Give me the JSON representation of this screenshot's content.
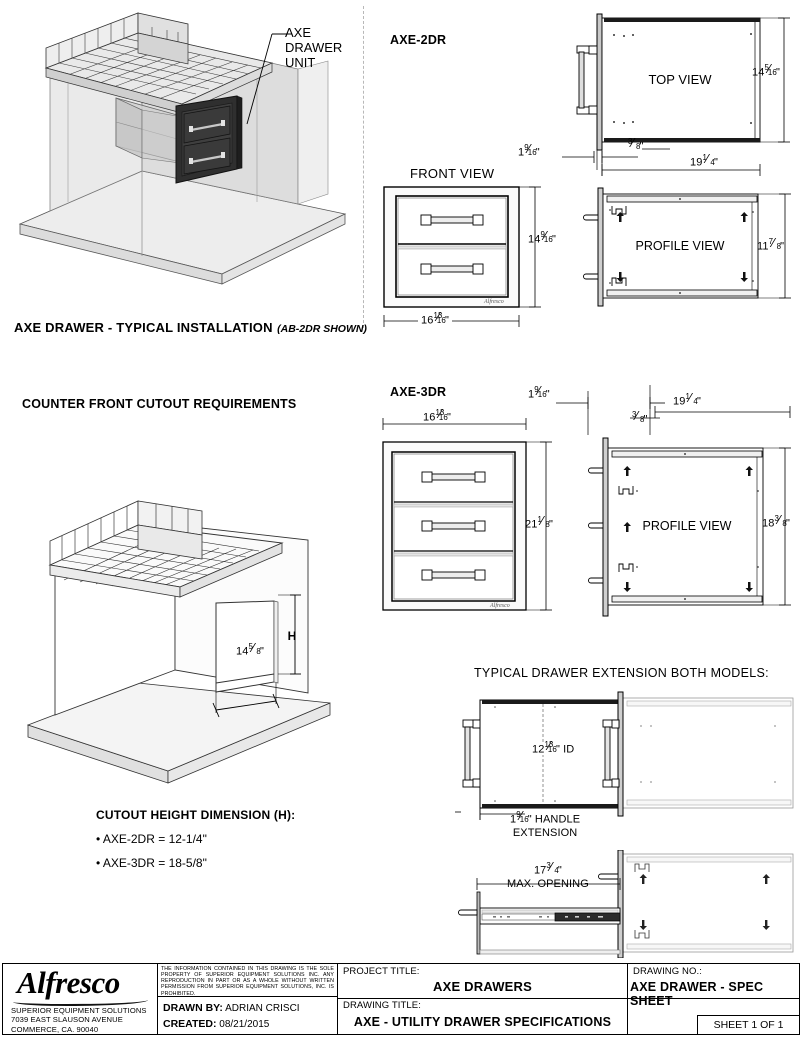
{
  "sheet": {
    "title": "AXE - UTILITY DRAWER SPECIFICATIONS"
  },
  "iso_install": {
    "caption_main": "AXE DRAWER - TYPICAL INSTALLATION",
    "caption_sub": "(AB-2DR SHOWN)",
    "callout": "AXE\nDRAWER\nUNIT",
    "callout_line1": "AXE",
    "callout_line2": "DRAWER",
    "callout_line3": "UNIT"
  },
  "cutout": {
    "heading": "COUNTER FRONT CUTOUT REQUIREMENTS",
    "width_dim_whole": "14",
    "width_dim_num": "5",
    "width_dim_den": "8",
    "height_label": "H",
    "list_heading": "CUTOUT HEIGHT DIMENSION (H):",
    "items": [
      "• AXE-2DR = 12-1/4\"",
      "• AXE-3DR = 18-5/8\""
    ]
  },
  "axe2dr": {
    "model": "AXE-2DR",
    "top_view_label": "TOP VIEW",
    "front_view_label": "FRONT VIEW",
    "profile_view_label": "PROFILE VIEW",
    "dims": {
      "top_depth_whole": "14",
      "top_depth_num": "5",
      "top_depth_den": "16",
      "overall_len_whole": "19",
      "overall_len_num": "1",
      "overall_len_den": "4",
      "flange_whole": "1",
      "flange_num": "9",
      "flange_den": "16",
      "thk_num": "3",
      "thk_den": "8",
      "front_w_whole": "16",
      "front_w_num": "13",
      "front_w_den": "16",
      "front_h_whole": "14",
      "front_h_num": "9",
      "front_h_den": "16",
      "profile_h_whole": "11",
      "profile_h_num": "7",
      "profile_h_den": "8"
    }
  },
  "axe3dr": {
    "model": "AXE-3DR",
    "profile_view_label": "PROFILE VIEW",
    "dims": {
      "front_w_whole": "16",
      "front_w_num": "13",
      "front_w_den": "16",
      "front_h_whole": "21",
      "front_h_num": "1",
      "front_h_den": "8",
      "flange_whole": "1",
      "flange_num": "9",
      "flange_den": "16",
      "thk_num": "3",
      "thk_den": "8",
      "overall_len_whole": "19",
      "overall_len_num": "1",
      "overall_len_den": "4",
      "profile_h_whole": "18",
      "profile_h_num": "3",
      "profile_h_den": "8"
    }
  },
  "extension": {
    "heading": "TYPICAL DRAWER EXTENSION BOTH MODELS:",
    "id_whole": "12",
    "id_num": "13",
    "id_den": "16",
    "id_suffix": "\" ID",
    "handle_whole": "1",
    "handle_num": "9",
    "handle_den": "16",
    "handle_suffix": "\" HANDLE",
    "handle_line2": "EXTENSION",
    "max_whole": "17",
    "max_num": "3",
    "max_den": "4",
    "max_label": "MAX. OPENING"
  },
  "titleblock": {
    "logo": "Alfresco",
    "company": "SUPERIOR EQUIPMENT SOLUTIONS",
    "address1": "7039 EAST SLAUSON AVENUE",
    "address2": "COMMERCE, CA. 90040",
    "legal": "THE INFORMATION CONTAINED IN THIS DRAWING IS THE SOLE PROPERTY OF SUPERIOR EQUIPMENT SOLUTIONS INC. ANY REPRODUCTION IN PART OR AS A WHOLE WITHOUT WRITTEN PERMISSION FROM SUPERIOR EQUIPMENT SOLUTIONS, INC. IS PROHIBITED.",
    "drawn_by_label": "DRAWN BY:",
    "drawn_by_value": "ADRIAN CRISCI",
    "created_label": "CREATED:",
    "created_value": "08/21/2015",
    "project_title_label": "PROJECT TITLE:",
    "project_title_value": "AXE DRAWERS",
    "drawing_title_label": "DRAWING TITLE:",
    "drawing_title_value": "AXE - UTILITY DRAWER SPECIFICATIONS",
    "drawing_no_label": "DRAWING NO.:",
    "drawing_no_value": "AXE DRAWER - SPEC SHEET",
    "sheet_value": "SHEET 1 OF 1"
  },
  "colors": {
    "line": "#000000",
    "drawer_dark": "#3a3a3a",
    "panel_gray": "#d5d5d5",
    "light_gray": "#e8e8e8",
    "divider": "#b8b8b8"
  }
}
